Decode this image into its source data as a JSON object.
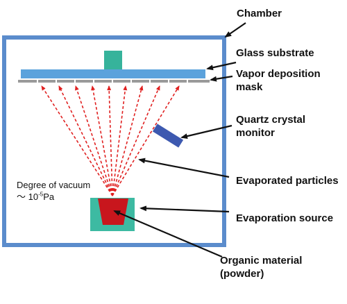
{
  "labels": {
    "chamber": "Chamber",
    "glass_substrate": "Glass substrate",
    "vapor_mask_line1": "Vapor deposition",
    "vapor_mask_line2": "mask",
    "quartz_line1": "Quartz crystal",
    "quartz_line2": "monitor",
    "evaporated_particles": "Evaporated particles",
    "evaporation_source": "Evaporation source",
    "organic_line1": "Organic material",
    "organic_line2": "(powder)"
  },
  "vacuum": {
    "title": "Degree of vacuum",
    "prefix": "～ 10",
    "exponent": "-5",
    "unit": "Pa"
  },
  "colors": {
    "chamber": "#5b8ccc",
    "substrate": "#5ba2dc",
    "holder": "#36b39b",
    "mask": "#9a9a9a",
    "monitor": "#3d59b0",
    "particles": "#e02020",
    "crucible": "#3dbaa2",
    "material": "#c8161d",
    "text": "#111111"
  },
  "icons": {
    "arrow": "black-arrow"
  }
}
